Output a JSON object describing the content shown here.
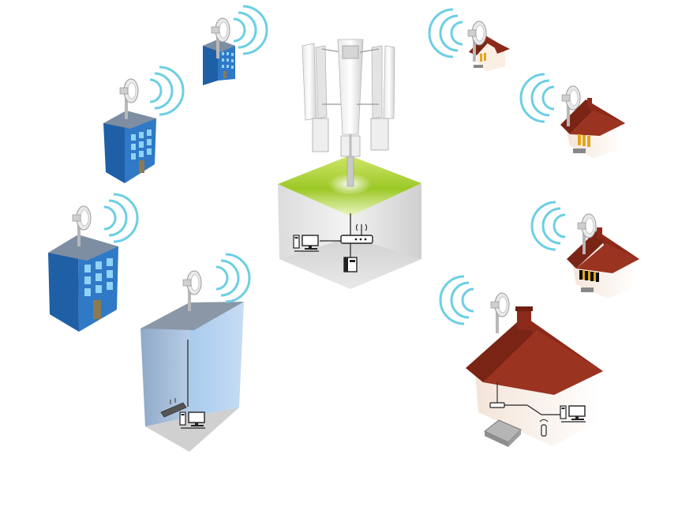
{
  "diagram": {
    "title": "",
    "nodes": [
      {
        "id": "base-station",
        "kind": "central-tower-site",
        "icon": "cell-tower-icon"
      },
      {
        "id": "office-building-small",
        "kind": "office-building",
        "icon": "building-icon"
      },
      {
        "id": "office-building-medium",
        "kind": "office-building",
        "icon": "building-icon"
      },
      {
        "id": "office-building-large",
        "kind": "office-building",
        "icon": "building-icon"
      },
      {
        "id": "warehouse",
        "kind": "warehouse-room",
        "icon": "warehouse-icon"
      },
      {
        "id": "house-small",
        "kind": "house",
        "icon": "house-icon"
      },
      {
        "id": "house-medium-1",
        "kind": "house",
        "icon": "house-icon"
      },
      {
        "id": "house-medium-2",
        "kind": "house",
        "icon": "house-icon"
      },
      {
        "id": "house-large",
        "kind": "house",
        "icon": "house-icon"
      }
    ],
    "colors": {
      "building_blue": "#2f79c6",
      "building_blue_dark": "#1f5fa6",
      "window_blue": "#8fd3f6",
      "roof_red": "#8b2a1a",
      "wall_cream": "#fbeee2",
      "green_roof": "#9cc826",
      "signal_cyan": "#6ccfe3",
      "wall_grey": "#d9d9d9",
      "warehouse_blue": "#a7c6e6"
    }
  }
}
